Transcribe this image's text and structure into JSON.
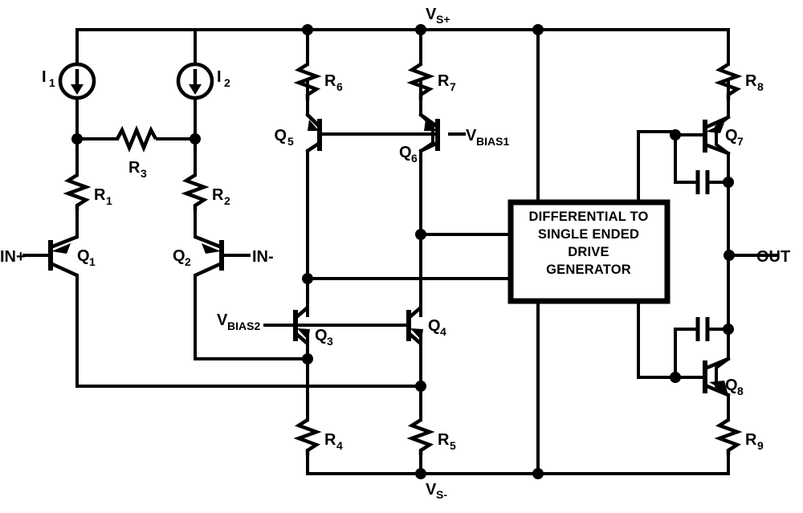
{
  "diagram": {
    "title_block": {
      "lines": [
        "DIFFERENTIAL TO",
        "SINGLE ENDED",
        "DRIVE",
        "GENERATOR"
      ]
    },
    "rails": {
      "positive": {
        "base": "V",
        "sub": "S+"
      },
      "negative": {
        "base": "V",
        "sub": "S-"
      }
    },
    "ports": {
      "in_plus": "IN+",
      "in_minus": "IN-",
      "out": "OUT"
    },
    "bias": {
      "bias1": {
        "base": "V",
        "sub": "BIAS1"
      },
      "bias2": {
        "base": "V",
        "sub": "BIAS2"
      }
    },
    "current_sources": [
      {
        "base": "I",
        "sub": "1"
      },
      {
        "base": "I",
        "sub": "2"
      }
    ],
    "resistors": [
      {
        "base": "R",
        "sub": "1"
      },
      {
        "base": "R",
        "sub": "2"
      },
      {
        "base": "R",
        "sub": "3"
      },
      {
        "base": "R",
        "sub": "4"
      },
      {
        "base": "R",
        "sub": "5"
      },
      {
        "base": "R",
        "sub": "6"
      },
      {
        "base": "R",
        "sub": "7"
      },
      {
        "base": "R",
        "sub": "8"
      },
      {
        "base": "R",
        "sub": "9"
      }
    ],
    "transistors": [
      {
        "base": "Q",
        "sub": "1",
        "type": "pnp"
      },
      {
        "base": "Q",
        "sub": "2",
        "type": "pnp"
      },
      {
        "base": "Q",
        "sub": "3",
        "type": "npn"
      },
      {
        "base": "Q",
        "sub": "4",
        "type": "npn"
      },
      {
        "base": "Q",
        "sub": "5",
        "type": "pnp"
      },
      {
        "base": "Q",
        "sub": "6",
        "type": "pnp"
      },
      {
        "base": "Q",
        "sub": "7",
        "type": "pnp"
      },
      {
        "base": "Q",
        "sub": "8",
        "type": "npn"
      }
    ],
    "colors": {
      "ink": "#000000",
      "background": "#ffffff"
    }
  }
}
